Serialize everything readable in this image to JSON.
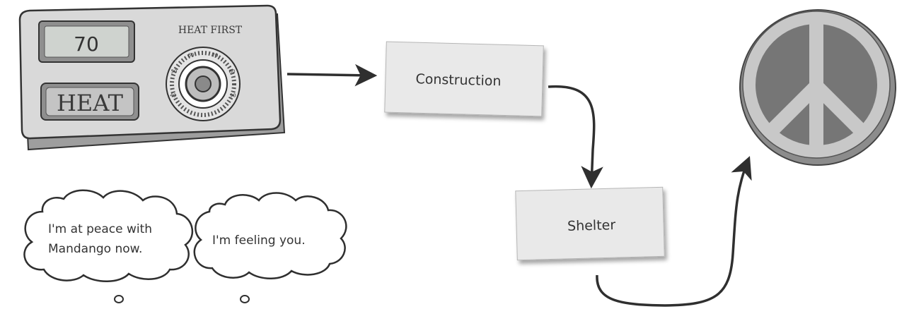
{
  "thermostat": {
    "display_value": "70",
    "mode_label": "HEAT",
    "brand_label": "HEAT FIRST",
    "dial_ticks": [
      "40",
      "50",
      "60",
      "70",
      "80",
      "90"
    ]
  },
  "flow": {
    "step_1": "Construction",
    "step_2": "Shelter"
  },
  "thoughts": {
    "left": [
      "I'm at peace with",
      "Mandango now."
    ],
    "right": "I'm feeling you."
  },
  "icons": {
    "thermostat": "thermostat-icon",
    "peace": "peace-symbol-icon"
  },
  "colors": {
    "card": "#e9e9e9",
    "peace_fill": "#7a7a7a",
    "peace_rim": "#c8c8c8",
    "ink": "#2f2f2f"
  }
}
